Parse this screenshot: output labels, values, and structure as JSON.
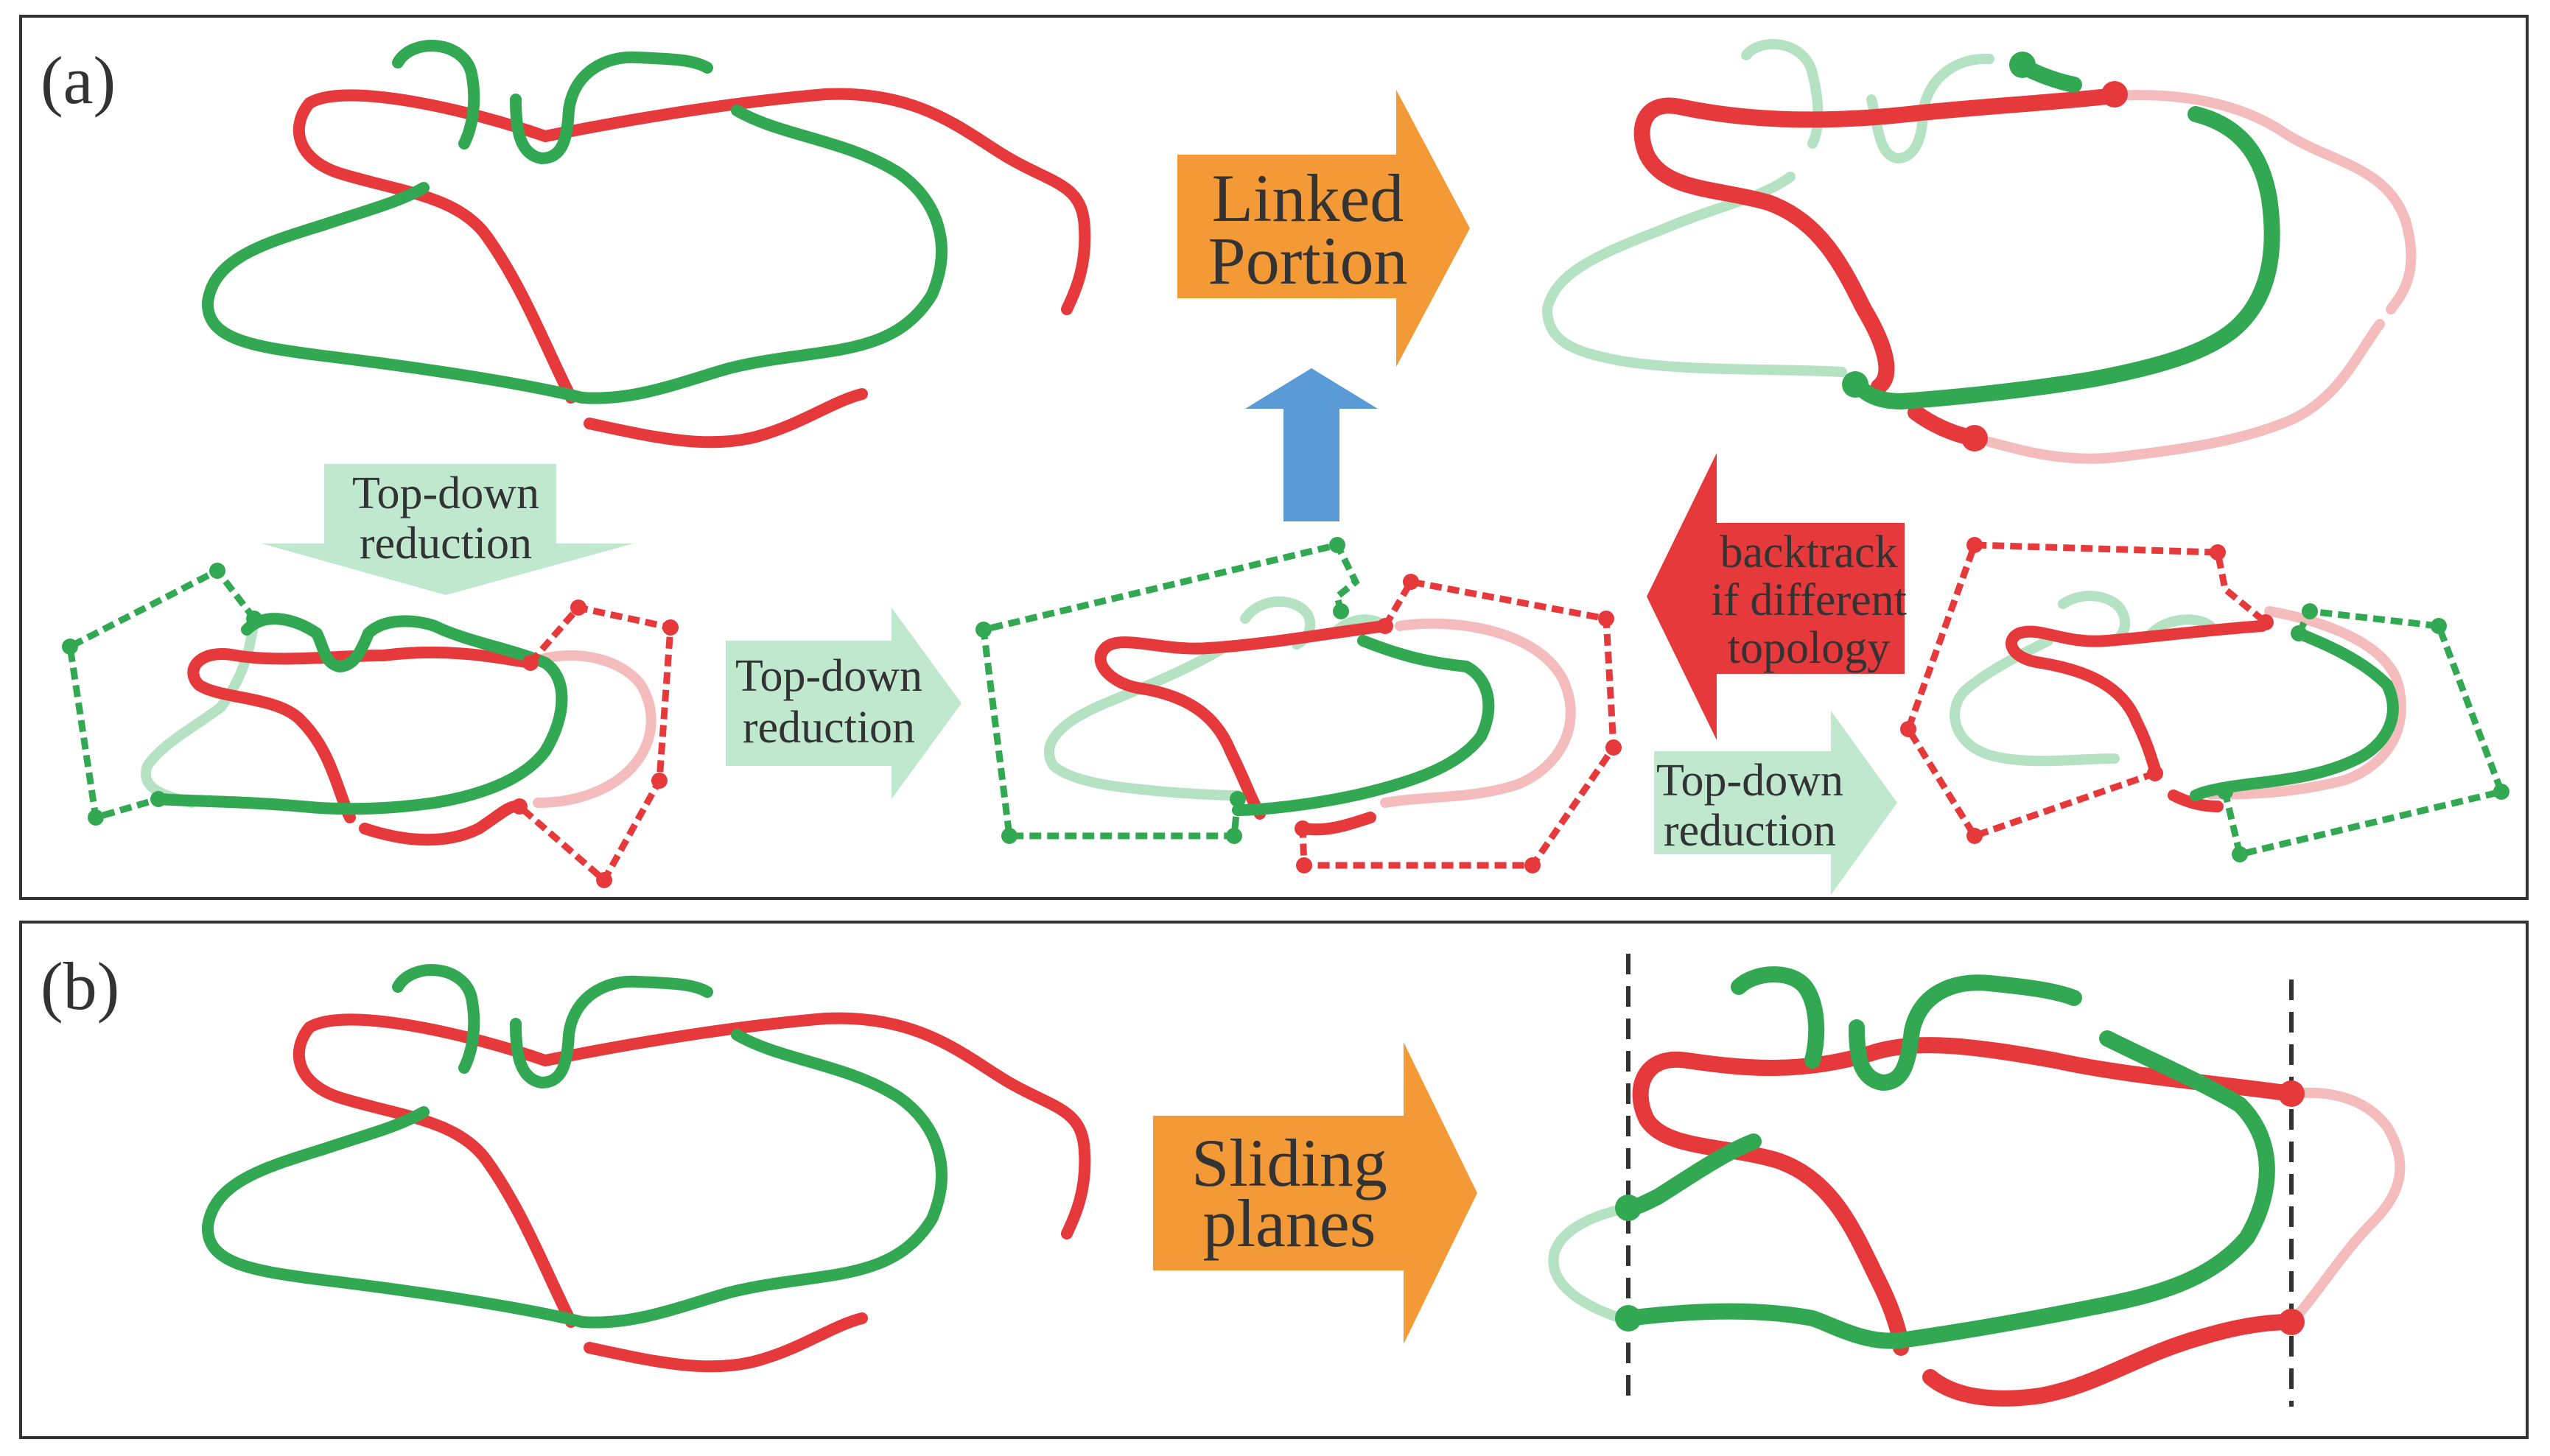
{
  "panels": {
    "a": {
      "label": "(a)"
    },
    "b": {
      "label": "(b)"
    }
  },
  "arrows": {
    "linked_portion": {
      "line1": "Linked",
      "line2": "Portion",
      "color": "#f39a36"
    },
    "sliding_planes": {
      "line1": "Sliding",
      "line2": "planes",
      "color": "#f39a36"
    },
    "topdown_1": {
      "line1": "Top-down",
      "line2": "reduction",
      "color": "#bfe8cf"
    },
    "topdown_2": {
      "line1": "Top-down",
      "line2": "reduction",
      "color": "#bfe8cf"
    },
    "topdown_3": {
      "line1": "Top-down",
      "line2": "reduction",
      "color": "#bfe8cf"
    },
    "backtrack": {
      "line1": "backtrack",
      "line2": "if different",
      "line3": "topology",
      "color": "#e5393b"
    },
    "up_arrow": {
      "color": "#5b9bd5"
    }
  },
  "colors": {
    "red_strand": "#e5393b",
    "green_strand": "#33a852",
    "faded_red": "#f5bcbd",
    "faded_green": "#b5e2c3"
  }
}
